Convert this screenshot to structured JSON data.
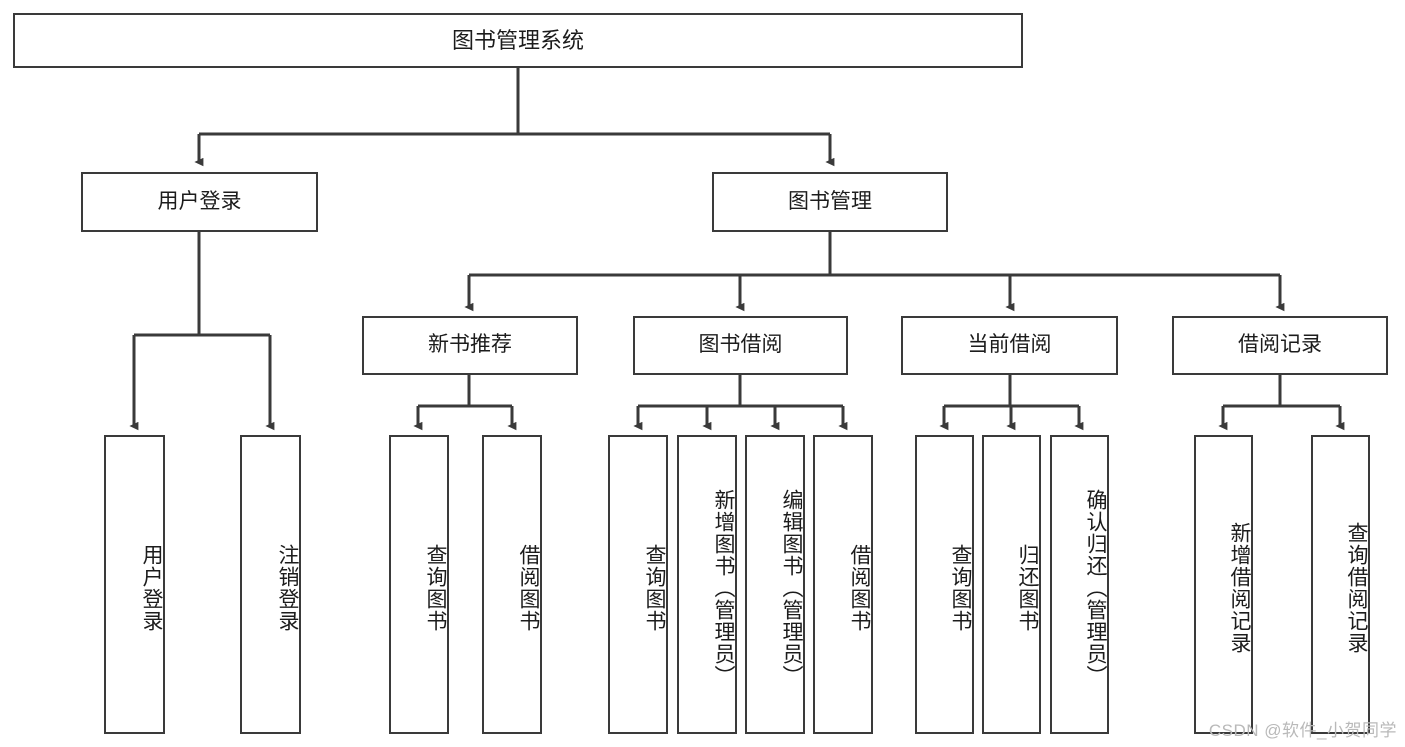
{
  "diagram": {
    "title": "图书管理系统",
    "type": "hierarchy-tree",
    "root": {
      "label": "图书管理系统"
    },
    "level2": [
      {
        "id": "user-login",
        "label": "用户登录"
      },
      {
        "id": "book-management",
        "label": "图书管理"
      }
    ],
    "level3": [
      {
        "id": "new-book-recommend",
        "label": "新书推荐",
        "parent": "book-management"
      },
      {
        "id": "book-borrow",
        "label": "图书借阅",
        "parent": "book-management"
      },
      {
        "id": "current-borrow",
        "label": "当前借阅",
        "parent": "book-management"
      },
      {
        "id": "borrow-record",
        "label": "借阅记录",
        "parent": "book-management"
      }
    ],
    "leaves": {
      "user-login": [
        {
          "id": "leaf-user-login",
          "label": "用户登录"
        },
        {
          "id": "leaf-user-logout",
          "label": "注销登录"
        }
      ],
      "new-book-recommend": [
        {
          "id": "leaf-query-book-1",
          "label": "查询图书"
        },
        {
          "id": "leaf-borrow-book-1",
          "label": "借阅图书"
        }
      ],
      "book-borrow": [
        {
          "id": "leaf-query-book-2",
          "label": "查询图书"
        },
        {
          "id": "leaf-add-book",
          "label": "新增图书（管理员）"
        },
        {
          "id": "leaf-edit-book",
          "label": "编辑图书（管理员）"
        },
        {
          "id": "leaf-borrow-book-2",
          "label": "借阅图书"
        }
      ],
      "current-borrow": [
        {
          "id": "leaf-query-book-3",
          "label": "查询图书"
        },
        {
          "id": "leaf-return-book",
          "label": "归还图书"
        },
        {
          "id": "leaf-confirm-return",
          "label": "确认归还（管理员）"
        }
      ],
      "borrow-record": [
        {
          "id": "leaf-add-record",
          "label": "新增借阅记录"
        },
        {
          "id": "leaf-query-record",
          "label": "查询借阅记录"
        }
      ]
    }
  },
  "watermark": {
    "text": "CSDN @软件_小贺同学"
  },
  "colors": {
    "stroke": "#3a3a3a",
    "text": "#1c1c1c",
    "background": "#ffffff",
    "watermark": "#b9b9b9"
  }
}
